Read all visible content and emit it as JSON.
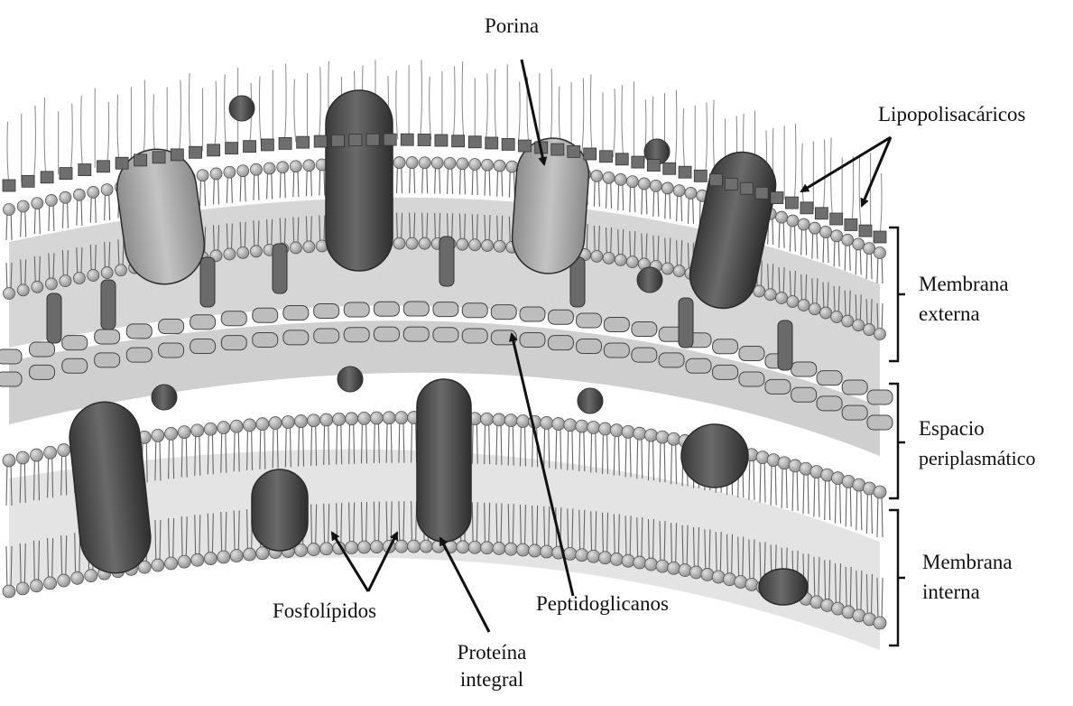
{
  "labels": {
    "porina": "Porina",
    "lipopolisacaridos": "Lipopolisacáricos",
    "membrana_externa_1": "Membrana",
    "membrana_externa_2": "externa",
    "espacio_1": "Espacio",
    "espacio_2": "periplasmático",
    "membrana_interna_1": "Membrana",
    "membrana_interna_2": "interna",
    "fosfolipidos": "Fosfolípidos",
    "peptidoglicanos": "Peptidoglicanos",
    "proteina_1": "Proteína",
    "proteina_2": "integral"
  },
  "colors": {
    "background": "#ffffff",
    "fill_band": "#cfcfcf",
    "head": "#b9b9b9",
    "head_stroke": "#555555",
    "lps_block": "#6e6e6e",
    "protein": "#4f4f4f",
    "porin": "#a9a9a9",
    "pg_chain": "#bdbdbd",
    "line": "#222222"
  }
}
